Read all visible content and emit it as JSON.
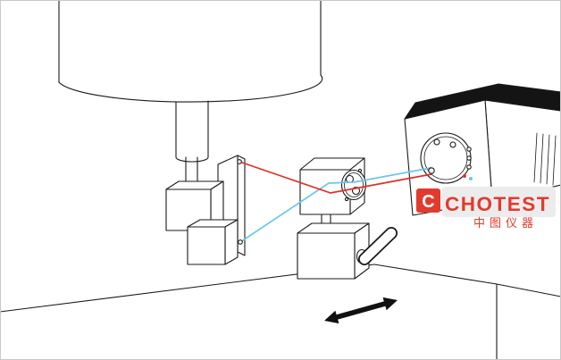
{
  "logo": {
    "brand": "CHOTEST",
    "brand_cn": "中图仪器",
    "icon_letter": "C",
    "brand_color": "#e23a2e",
    "panel_color": "#ececec"
  },
  "colors": {
    "line": "#1a1a1a",
    "beam_red": "#df3125",
    "beam_cyan": "#6cc7e8",
    "device_top": "#141414",
    "arrow": "#111111",
    "canvas_border": "#c8c8c8",
    "background": "#ffffff"
  }
}
